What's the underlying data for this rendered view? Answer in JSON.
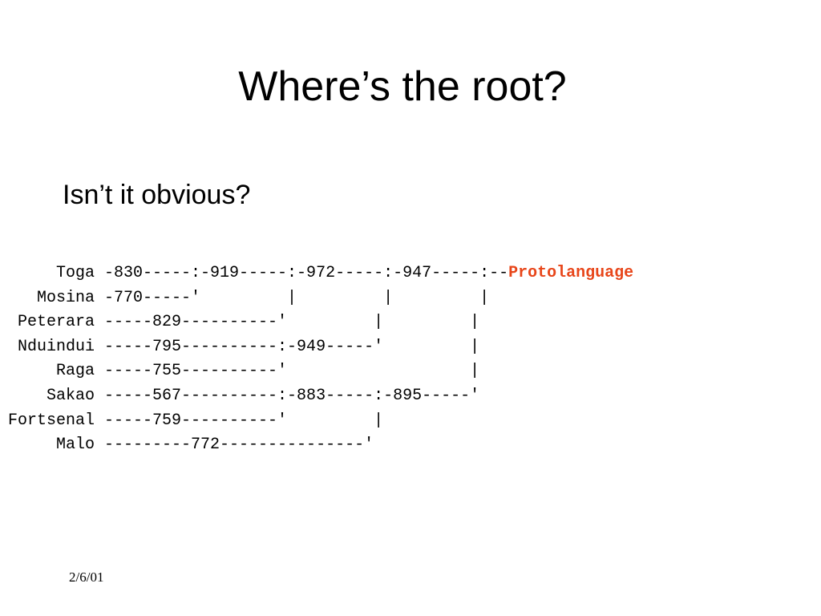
{
  "slide": {
    "title": "Where’s the root?",
    "subtitle": "Isn’t it obvious?",
    "footer_date": "2/6/01"
  },
  "tree": {
    "rows": [
      {
        "text": "     Toga -830-----:-919-----:-972-----:-947-----:--",
        "root_label": "Protolanguage"
      },
      {
        "text": "   Mosina -770-----'         |         |         |"
      },
      {
        "text": " Peterara -----829----------'         |         |"
      },
      {
        "text": " Nduindui -----795----------:-949-----'         |"
      },
      {
        "text": "     Raga -----755----------'                   |"
      },
      {
        "text": "    Sakao -----567----------:-883-----:-895-----'"
      },
      {
        "text": "Fortsenal -----759----------'         |"
      },
      {
        "text": "     Malo ---------772---------------'"
      }
    ]
  },
  "colors": {
    "root_label": "#e8461a",
    "text": "#000000",
    "background": "#ffffff"
  }
}
